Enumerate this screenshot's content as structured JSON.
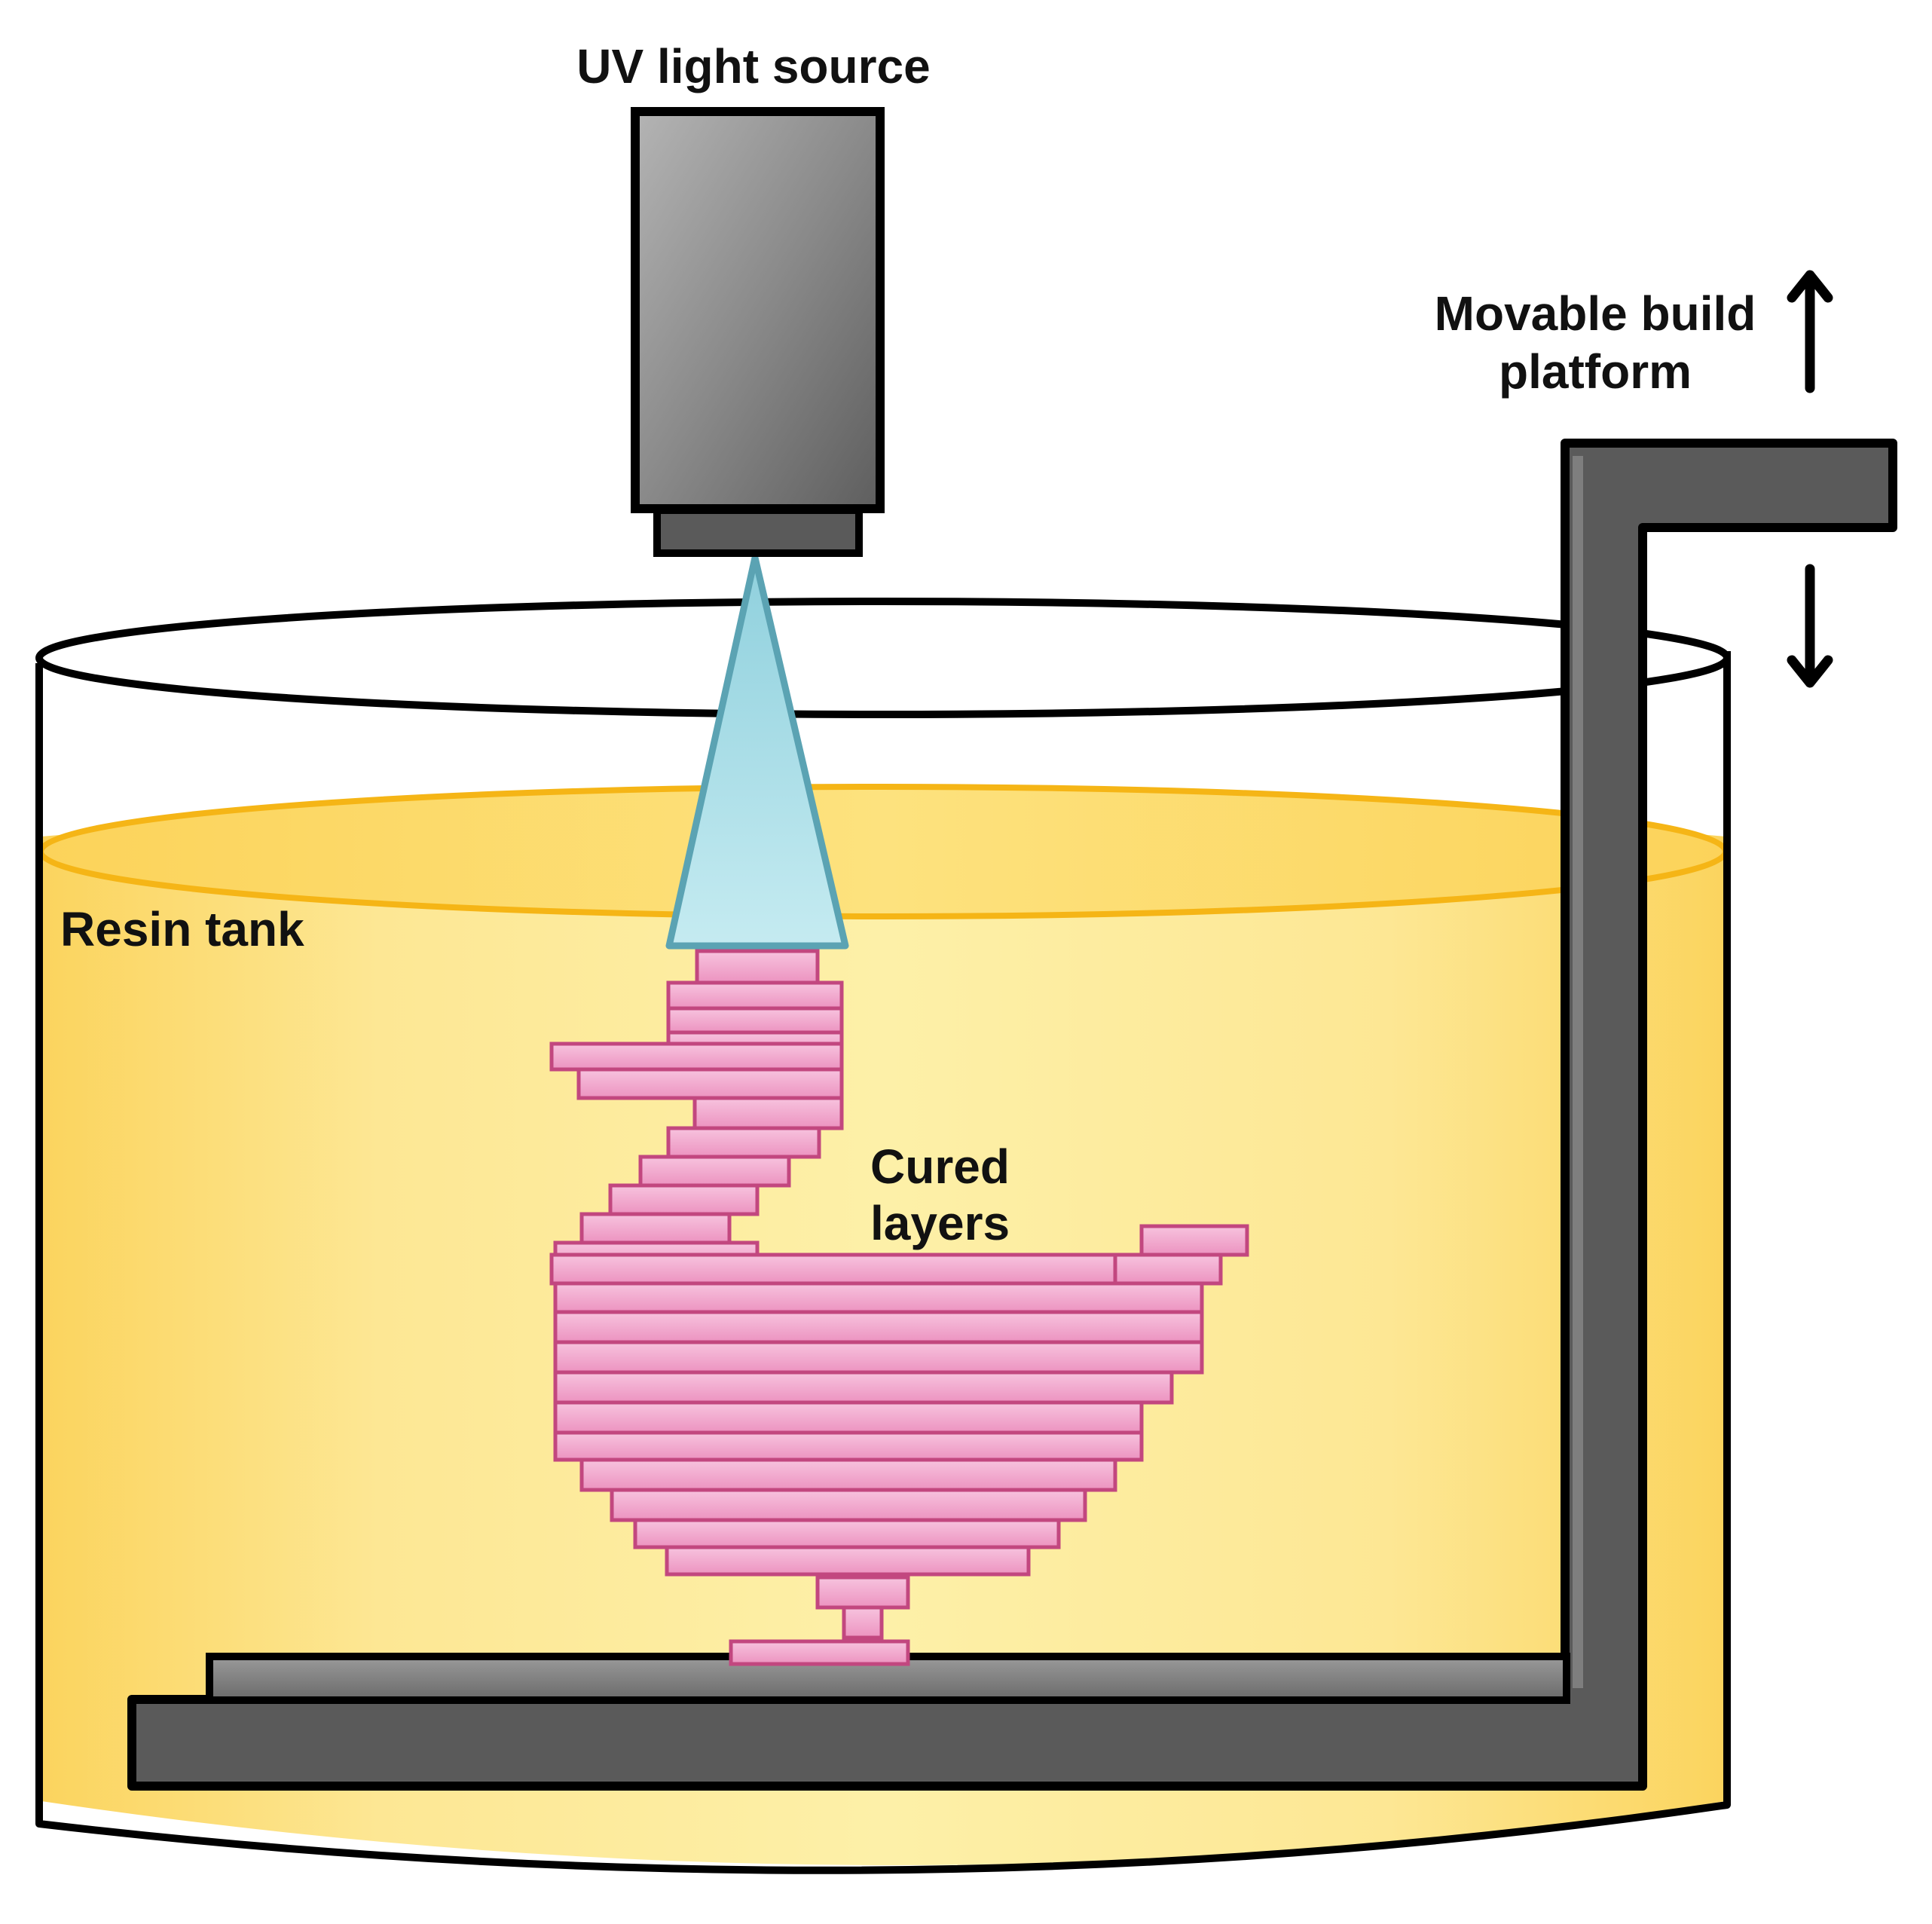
{
  "labels": {
    "uv_light_source": "UV light source",
    "movable_build_platform_line1": "Movable build",
    "movable_build_platform_line2": "platform",
    "resin_tank": "Resin tank",
    "cured_layers_line1": "Cured",
    "cured_layers_line2": "layers"
  },
  "colors": {
    "resin_light": "#fdeea0",
    "resin_dark": "#fbd45e",
    "resin_surface_edge": "#f5b516",
    "uv_beam": "#a6dce6",
    "uv_beam_edge": "#5ba3b3",
    "layer_fill": "#f2a8cf",
    "layer_edge": "#c2477f",
    "device_gray": "#6b6b6b",
    "platform_dark": "#4a4a4a",
    "outline": "#000000"
  },
  "icons": {
    "up_arrow": "arrow-up-icon",
    "down_arrow": "arrow-down-icon"
  }
}
